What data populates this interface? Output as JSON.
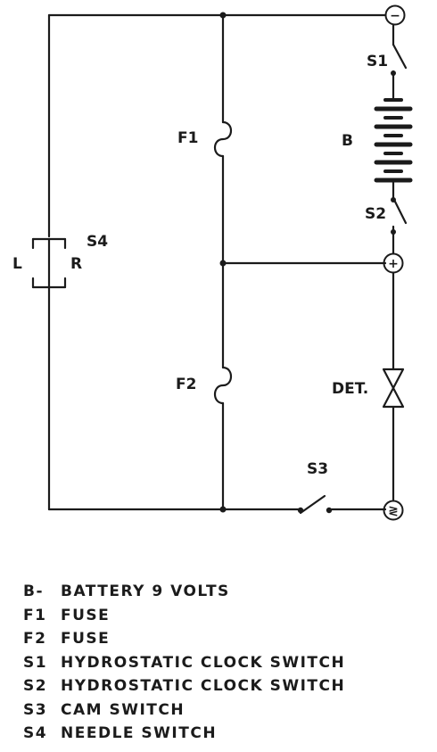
{
  "labels": {
    "s1": "S1",
    "b": "B",
    "s2": "S2",
    "f1": "F1",
    "f2": "F2",
    "s4": "S4",
    "l": "L",
    "r": "R",
    "det": "DET.",
    "s3": "S3"
  },
  "terminals": {
    "negative": "−",
    "positive": "+",
    "ground": "≷"
  },
  "legend": [
    {
      "key": "B-",
      "text": "BATTERY 9 VOLTS"
    },
    {
      "key": "F1",
      "text": "FUSE"
    },
    {
      "key": "F2",
      "text": "FUSE"
    },
    {
      "key": "S1",
      "text": "HYDROSTATIC CLOCK SWITCH"
    },
    {
      "key": "S2",
      "text": "HYDROSTATIC CLOCK SWITCH"
    },
    {
      "key": "S3",
      "text": "CAM SWITCH"
    },
    {
      "key": "S4",
      "text": "NEEDLE SWITCH"
    }
  ]
}
